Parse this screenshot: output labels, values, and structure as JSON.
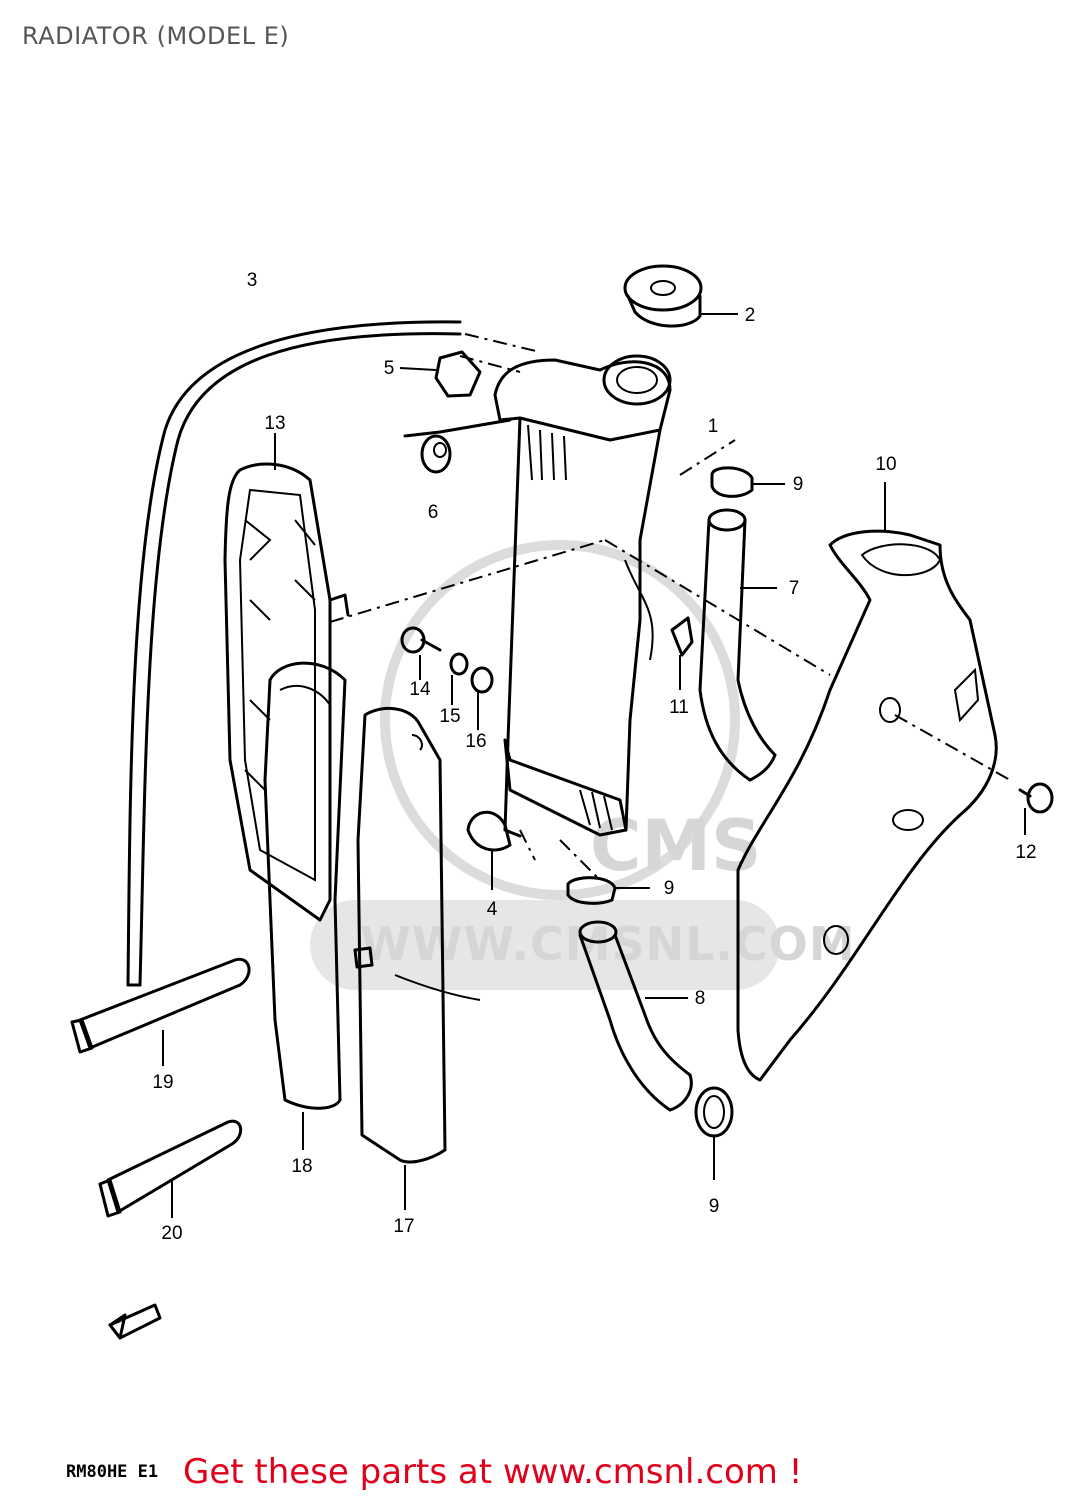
{
  "title": "RADIATOR (MODEL E)",
  "watermark": {
    "logo_text": "CMS",
    "url_text": "WWW.CMSNL.COM"
  },
  "callouts": {
    "c1": "1",
    "c2": "2",
    "c3": "3",
    "c4": "4",
    "c5": "5",
    "c6": "6",
    "c7": "7",
    "c8": "8",
    "c9a": "9",
    "c9b": "9",
    "c9c": "9",
    "c10": "10",
    "c11": "11",
    "c12": "12",
    "c13": "13",
    "c14": "14",
    "c15": "15",
    "c16": "16",
    "c17": "17",
    "c18": "18",
    "c19": "19",
    "c20": "20"
  },
  "footer": {
    "model_code": "RM80HE E1",
    "cta": "Get these parts at www.cmsnl.com !"
  }
}
